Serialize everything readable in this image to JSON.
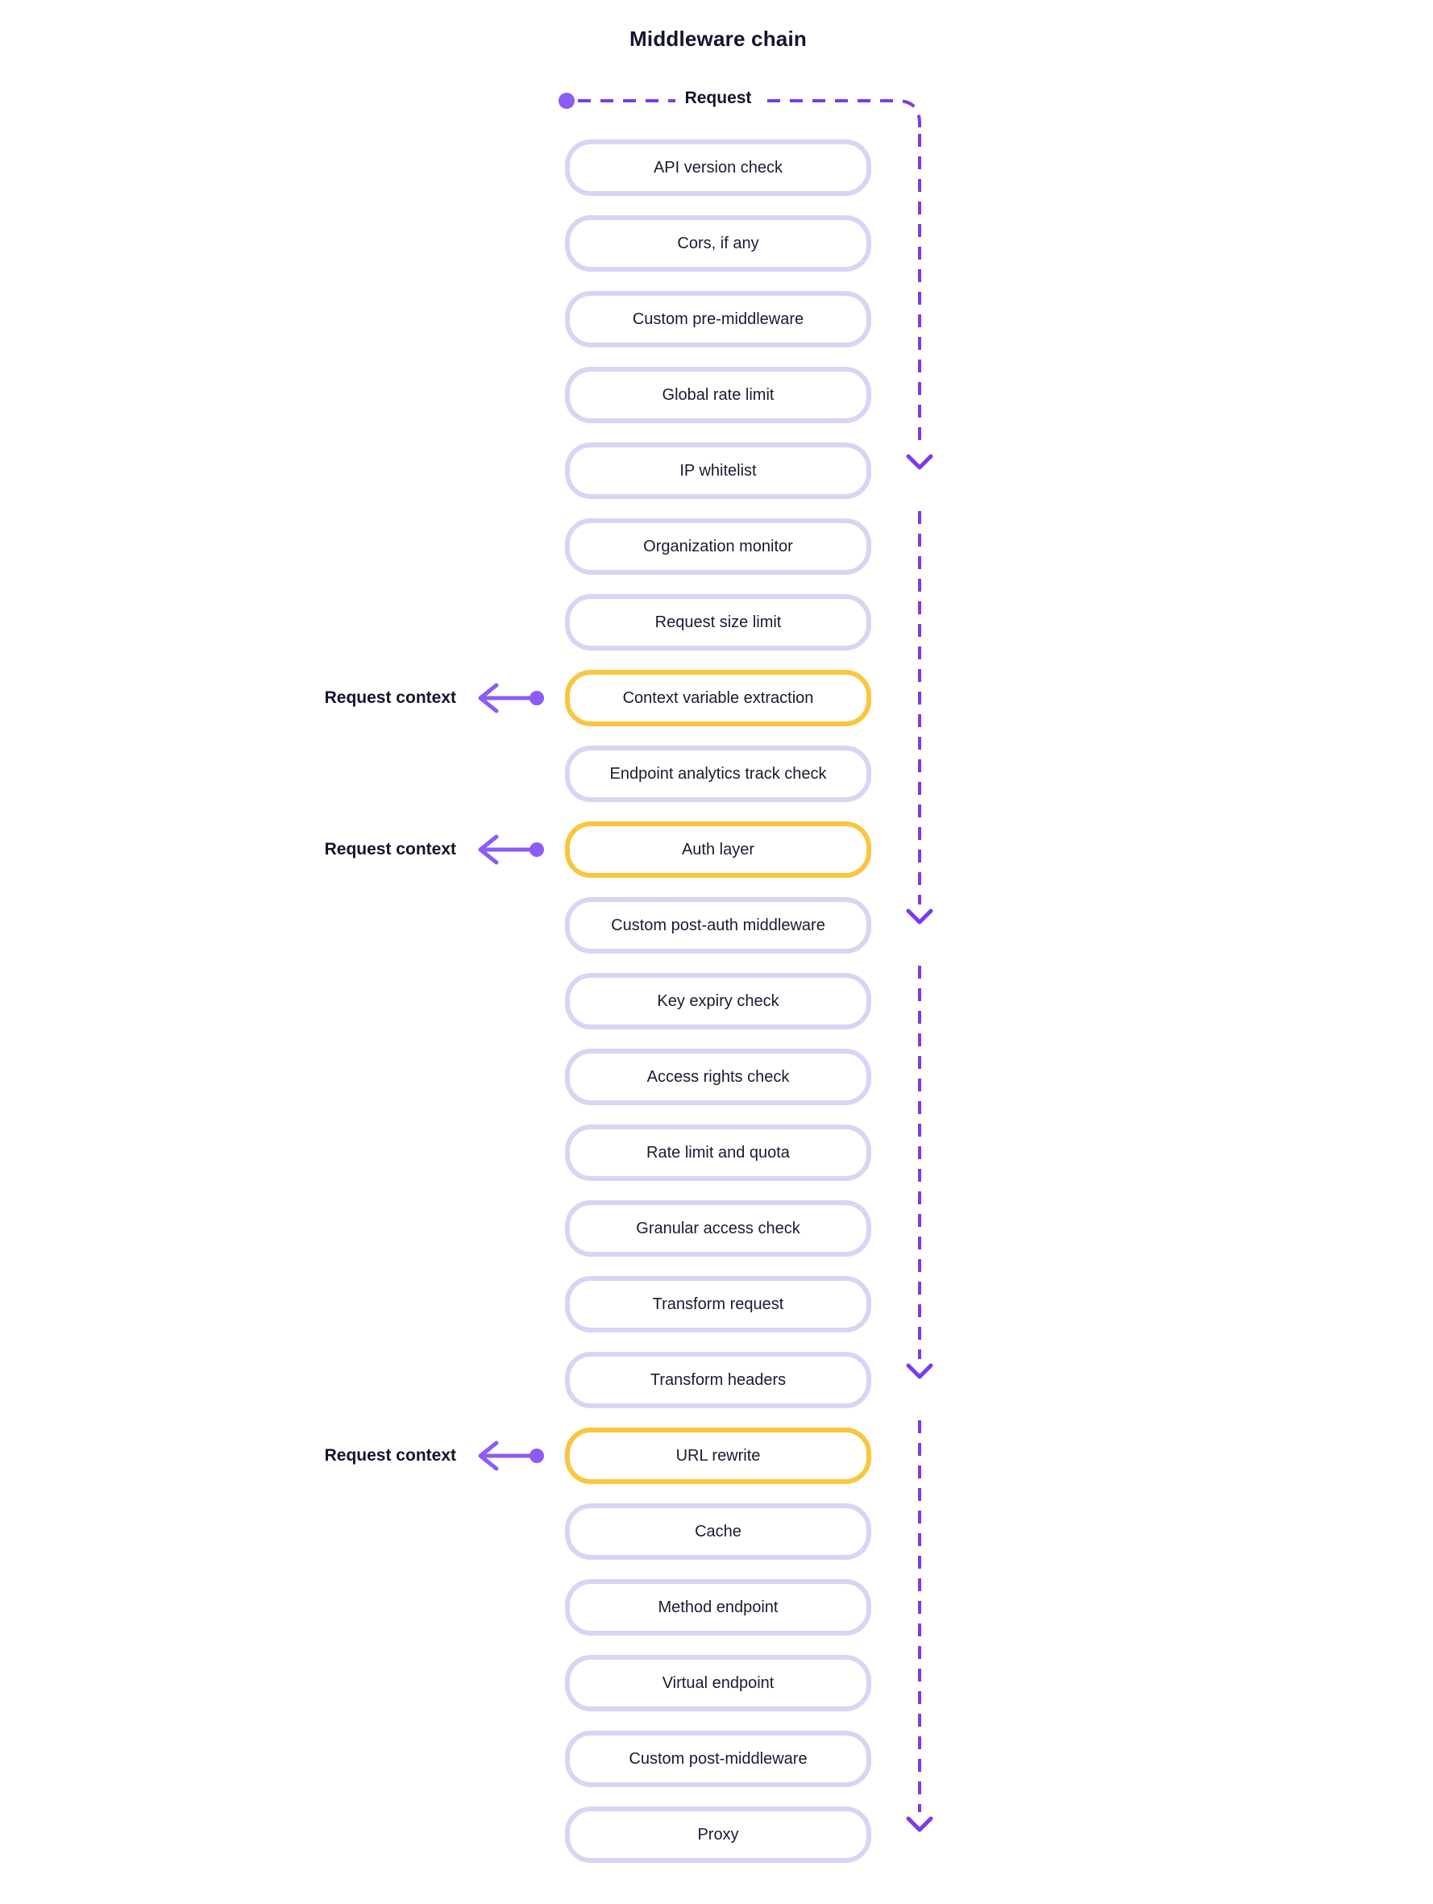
{
  "title": "Middleware chain",
  "request": {
    "label": "Request"
  },
  "colors": {
    "lav": "#DDD2F4",
    "yellow": "#FAC53F",
    "line": "#7C3AED",
    "arrow": "#8B5CF6",
    "text": "#13142E"
  },
  "chain": {
    "items": [
      {
        "label": "API version check",
        "highlighted": false
      },
      {
        "label": "Cors, if any",
        "highlighted": false
      },
      {
        "label": "Custom pre-middleware",
        "highlighted": false
      },
      {
        "label": "Global rate limit",
        "highlighted": false
      },
      {
        "label": "IP whitelist",
        "highlighted": false
      },
      {
        "label": "Organization monitor",
        "highlighted": false
      },
      {
        "label": "Request size limit",
        "highlighted": false
      },
      {
        "label": "Context variable extraction",
        "highlighted": true
      },
      {
        "label": "Endpoint analytics track check",
        "highlighted": false
      },
      {
        "label": "Auth layer",
        "highlighted": true
      },
      {
        "label": "Custom post-auth middleware",
        "highlighted": false
      },
      {
        "label": "Key expiry check",
        "highlighted": false
      },
      {
        "label": "Access rights check",
        "highlighted": false
      },
      {
        "label": "Rate limit and quota",
        "highlighted": false
      },
      {
        "label": "Granular access check",
        "highlighted": false
      },
      {
        "label": "Transform request",
        "highlighted": false
      },
      {
        "label": "Transform headers",
        "highlighted": false
      },
      {
        "label": "URL rewrite",
        "highlighted": true
      },
      {
        "label": "Cache",
        "highlighted": false
      },
      {
        "label": "Method endpoint",
        "highlighted": false
      },
      {
        "label": "Virtual endpoint",
        "highlighted": false
      },
      {
        "label": "Custom post-middleware",
        "highlighted": false
      },
      {
        "label": "Proxy",
        "highlighted": false
      }
    ]
  },
  "annotations": [
    {
      "label": "Request context",
      "target": "Context variable extraction"
    },
    {
      "label": "Request context",
      "target": "Auth layer"
    },
    {
      "label": "Request context",
      "target": "URL rewrite"
    }
  ]
}
